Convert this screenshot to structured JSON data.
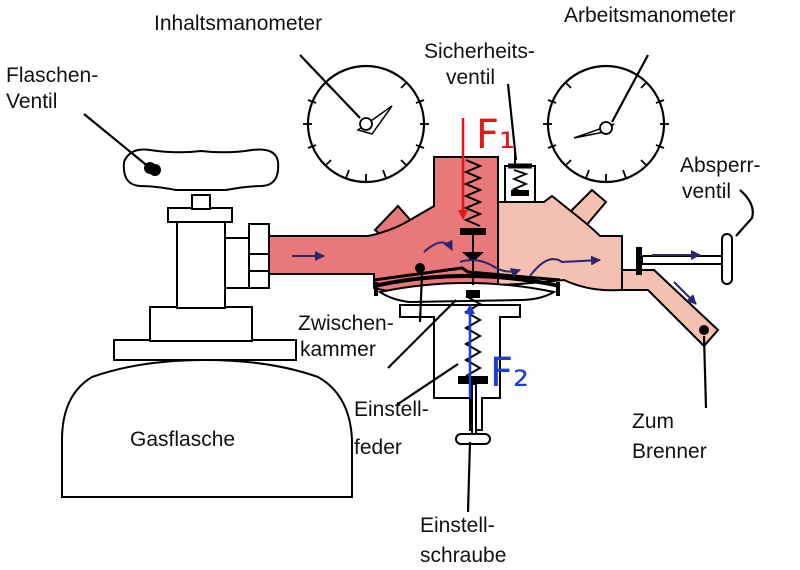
{
  "labels": {
    "flaschen_ventil_1": "Flaschen-",
    "flaschen_ventil_2": "Ventil",
    "inhaltsmanometer": "Inhaltsmanometer",
    "arbeitsmanometer": "Arbeitsmanometer",
    "sicherheitsventil_1": "Sicherheits-",
    "sicherheitsventil_2": "ventil",
    "absperrventil_1": "Absperr-",
    "absperrventil_2": "ventil",
    "zwischenkammer_1": "Zwischen-",
    "zwischenkammer_2": "kammer",
    "einstellfeder_1": "Einstell-",
    "einstellfeder_2": "feder",
    "einstellschraube_1": "Einstell-",
    "einstellschraube_2": "schraube",
    "zum_brenner_1": "Zum",
    "zum_brenner_2": "Brenner",
    "gasflasche": "Gasflasche"
  },
  "forces": {
    "f1": "F₁",
    "f2": "F₂"
  },
  "colors": {
    "high_pressure": "#e8787a",
    "low_pressure": "#f4c0b2",
    "force_1": "#e01818",
    "force_2": "#1a3fd0",
    "flow_arrow": "#2a2670"
  }
}
